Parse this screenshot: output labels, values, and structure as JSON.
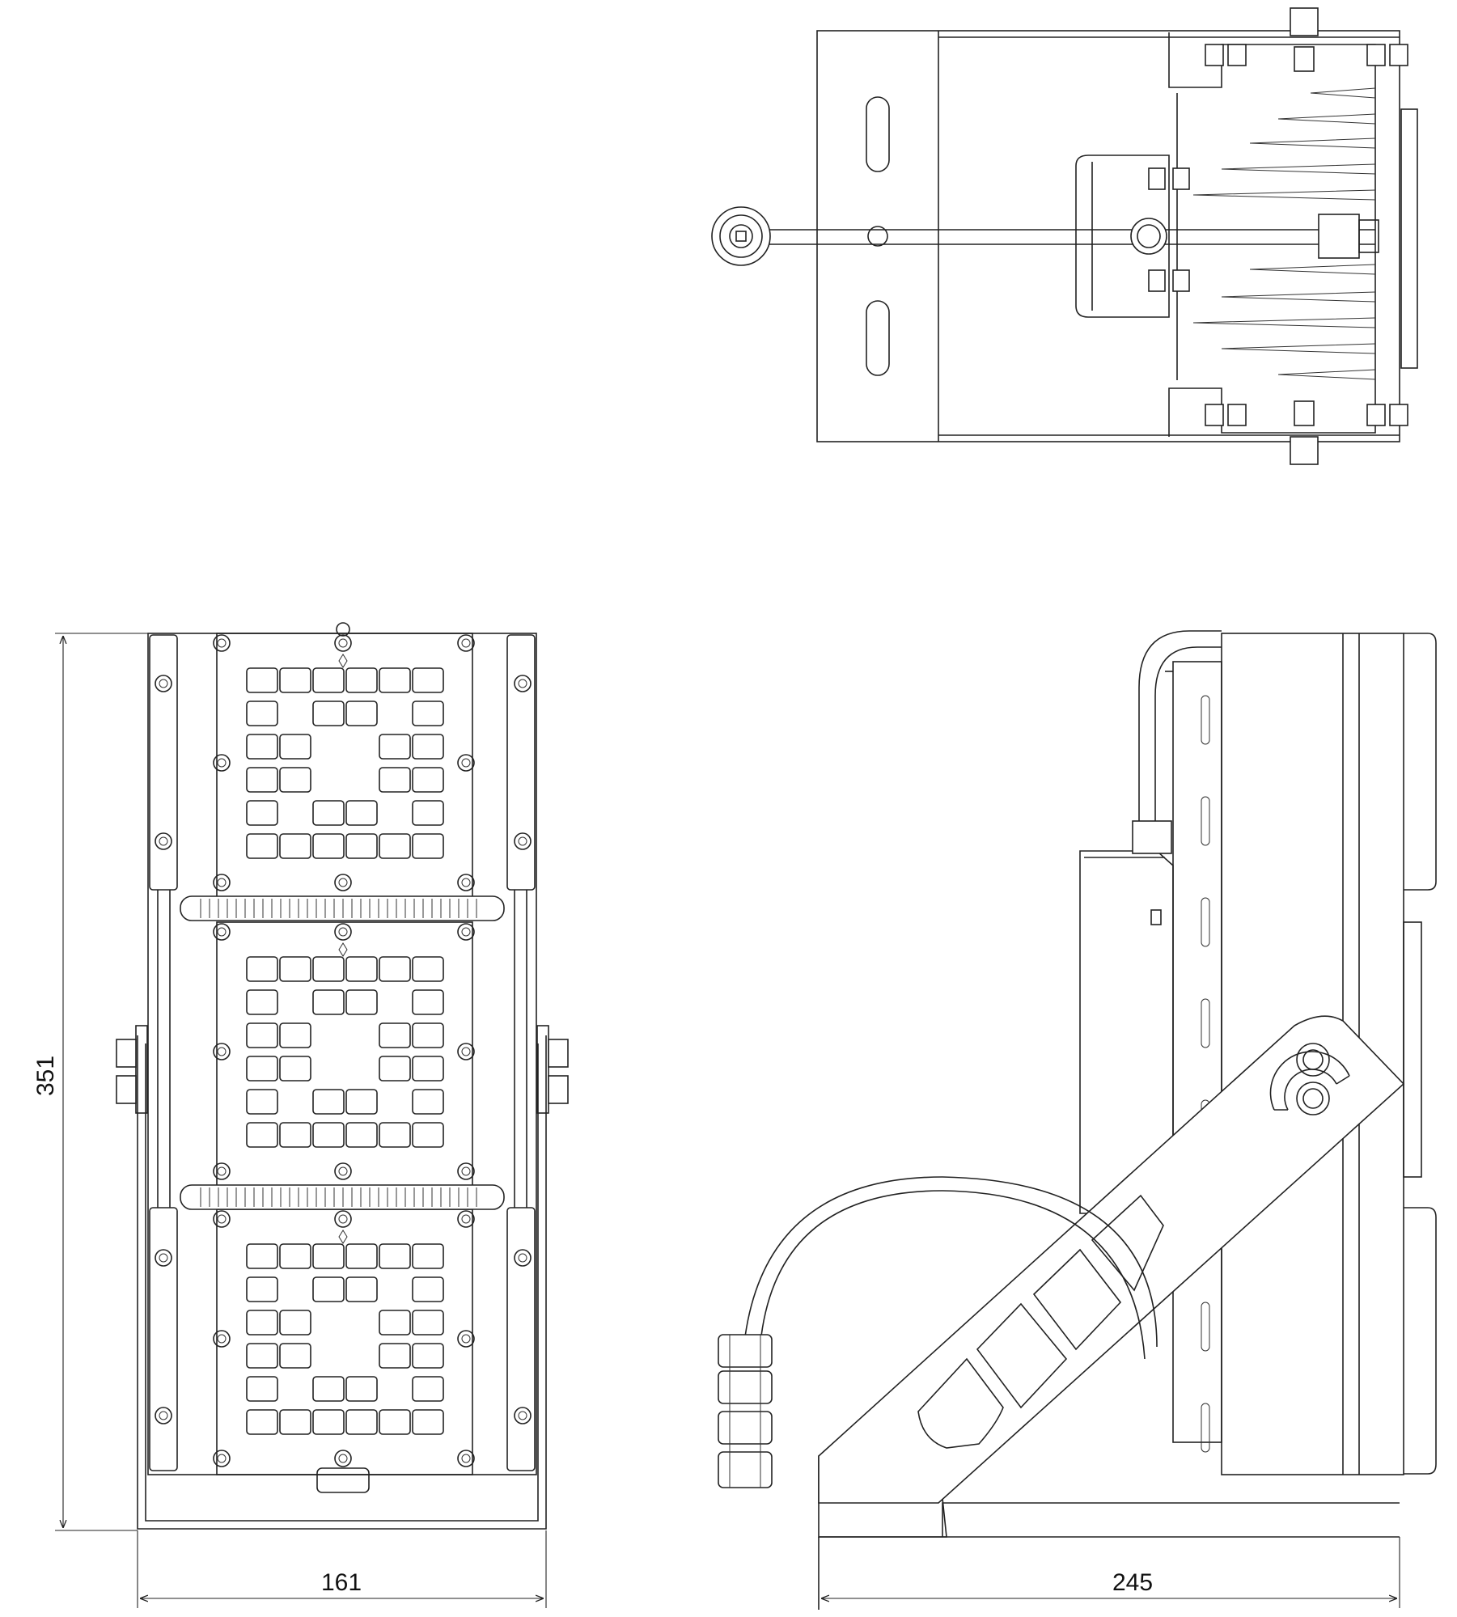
{
  "dimensions": {
    "height_label": "351",
    "front_width_label": "161",
    "side_width_label": "245"
  },
  "colors": {
    "line": "#222222",
    "background": "#ffffff"
  }
}
